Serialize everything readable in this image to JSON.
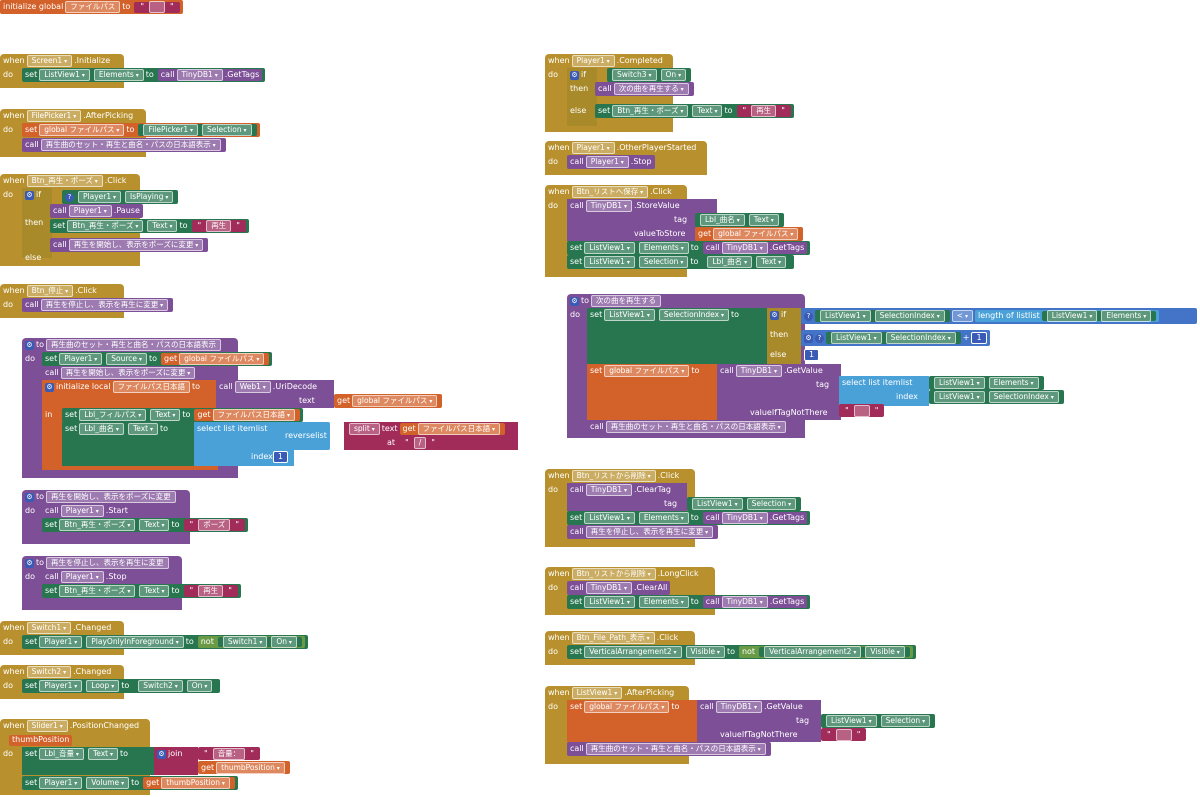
{
  "init": {
    "label": "initialize global",
    "name": "ファイルパス",
    "to": "to",
    "value": ""
  },
  "kw": {
    "when": "when",
    "do": "do",
    "set": "set",
    "to": "to",
    "call": "call",
    "get": "get",
    "if": "if",
    "then": "then",
    "else": "else",
    "in": "in",
    "not": "not",
    "join": "join",
    "tag": "tag",
    "valueToStore": "valueToStore",
    "valueIfTagNotThere": "valueIfTagNotThere",
    "text": "text",
    "at": "at",
    "index": "index",
    "list": "list",
    "reverse": "reverse",
    "split": "split",
    "lengthOfList": "length of list",
    "selectListItem": "select list item",
    "initLocal": "initialize local",
    "lt": "<",
    "plus": "+"
  },
  "colors": {
    "event": "#b8912e",
    "procedure": "#7d4f96",
    "variable": "#d3612a",
    "component": "#287650",
    "logic": "#6a9a45",
    "list": "#4aa1d8",
    "text": "#a12c5a",
    "math": "#4374c7"
  },
  "left": {
    "screen1": {
      "comp": "Screen1",
      "event": ".Initialize",
      "setComp": "ListView1",
      "setProp": "Elements",
      "callComp": "TinyDB1",
      "method": ".GetTags"
    },
    "filepicker": {
      "comp": "FilePicker1",
      "event": ".AfterPicking",
      "var": "global ファイルパス",
      "srcComp": "FilePicker1",
      "srcProp": "Selection",
      "proc": "再生曲のセット・再生と曲名・パスの日本語表示"
    },
    "btnPlay": {
      "comp": "Btn_再生・ポーズ",
      "event": ".Click",
      "ifComp": "Player1",
      "ifProp": "IsPlaying",
      "callComp": "Player1",
      "method": ".Pause",
      "setComp": "Btn_再生・ポーズ",
      "setProp": "Text",
      "value": "再生",
      "elseProc": "再生を開始し、表示をポーズに変更"
    },
    "btnStop": {
      "comp": "Btn_停止",
      "event": ".Click",
      "proc": "再生を停止し、表示を再生に変更"
    },
    "procPlay": {
      "name": "再生曲のセット・再生と曲名・パスの日本語表示",
      "setComp": "Player1",
      "setProp": "Source",
      "var": "global ファイルパス",
      "proc": "再生を開始し、表示をポーズに変更",
      "localName": "ファイルパス日本語",
      "webComp": "Web1",
      "webMethod": ".UriDecode",
      "lbl1": "Lbl_フィルパス",
      "lbl1Prop": "Text",
      "localGet": "ファイルパス日本語",
      "lbl2": "Lbl_曲名",
      "lbl2Prop": "Text",
      "localGet2": "ファイルパス日本語",
      "sep": "/",
      "index": "1"
    },
    "procStart": {
      "name": "再生を開始し、表示をポーズに変更",
      "callComp": "Player1",
      "method": ".Start",
      "setComp": "Btn_再生・ポーズ",
      "setProp": "Text",
      "value": "ポーズ"
    },
    "procStop": {
      "name": "再生を停止し、表示を再生に変更",
      "callComp": "Player1",
      "method": ".Stop",
      "setComp": "Btn_再生・ポーズ",
      "setProp": "Text",
      "value": "再生"
    },
    "switch1": {
      "comp": "Switch1",
      "event": ".Changed",
      "setComp": "Player1",
      "setProp": "PlayOnlyInForeground",
      "srcComp": "Switch1",
      "srcProp": "On"
    },
    "switch2": {
      "comp": "Switch2",
      "event": ".Changed",
      "setComp": "Player1",
      "setProp": "Loop",
      "srcComp": "Switch2",
      "srcProp": "On"
    },
    "slider": {
      "comp": "Slider1",
      "event": ".PositionChanged",
      "param": "thumbPosition",
      "setComp": "Lbl_音量",
      "setProp": "Text",
      "str": "音量：",
      "getVar": "thumbPosition",
      "setComp2": "Player1",
      "setProp2": "Volume",
      "getVar2": "thumbPosition"
    }
  },
  "right": {
    "completed": {
      "comp": "Player1",
      "event": ".Completed",
      "ifComp": "Switch3",
      "ifProp": "On",
      "proc": "次の曲を再生する",
      "setComp": "Btn_再生・ポーズ",
      "setProp": "Text",
      "value": "再生"
    },
    "otherStarted": {
      "comp": "Player1",
      "event": ".OtherPlayerStarted",
      "callComp": "Player1",
      "method": ".Stop"
    },
    "save": {
      "comp": "Btn_リストへ保存",
      "event": ".Click",
      "callComp": "TinyDB1",
      "method": ".StoreValue",
      "tagComp": "Lbl_曲名",
      "tagProp": "Text",
      "var": "global ファイルパス",
      "setComp": "ListView1",
      "setProp": "Elements",
      "callComp2": "TinyDB1",
      "method2": ".GetTags",
      "setComp2": "ListView1",
      "setProp2": "Selection",
      "srcComp": "Lbl_曲名",
      "srcProp": "Text"
    },
    "nextProc": {
      "name": "次の曲を再生する",
      "setComp": "ListView1",
      "setProp": "SelectionIndex",
      "ifComp": "ListView1",
      "ifProp": "SelectionIndex",
      "lenComp": "ListView1",
      "lenProp": "Elements",
      "thenComp": "ListView1",
      "thenProp": "SelectionIndex",
      "plusVal": "1",
      "elseVal": "1",
      "var": "global ファイルパス",
      "callComp": "TinyDB1",
      "method": ".GetValue",
      "tagComp": "ListView1",
      "tagProp": "Elements",
      "idxComp": "ListView1",
      "idxProp": "SelectionIndex",
      "proc": "再生曲のセット・再生と曲名・パスの日本語表示"
    },
    "removeClick": {
      "comp": "Btn_リストから削除",
      "event": ".Click",
      "callComp": "TinyDB1",
      "method": ".ClearTag",
      "tagComp": "ListView1",
      "tagProp": "Selection",
      "setComp": "ListView1",
      "setProp": "Elements",
      "callComp2": "TinyDB1",
      "method2": ".GetTags",
      "proc": "再生を停止し、表示を再生に変更"
    },
    "removeLong": {
      "comp": "Btn_リストから削除",
      "event": ".LongClick",
      "callComp": "TinyDB1",
      "method": ".ClearAll",
      "setComp": "ListView1",
      "setProp": "Elements",
      "callComp2": "TinyDB1",
      "method2": ".GetTags"
    },
    "filePath": {
      "comp": "Btn_File_Path_表示",
      "event": ".Click",
      "setComp": "VerticalArrangement2",
      "setProp": "Visible",
      "srcComp": "VerticalArrangement2",
      "srcProp": "Visible"
    },
    "listView": {
      "comp": "ListView1",
      "event": ".AfterPicking",
      "var": "global ファイルパス",
      "callComp": "TinyDB1",
      "method": ".GetValue",
      "tagComp": "ListView1",
      "tagProp": "Selection",
      "proc": "再生曲のセット・再生と曲名・パスの日本語表示"
    }
  }
}
